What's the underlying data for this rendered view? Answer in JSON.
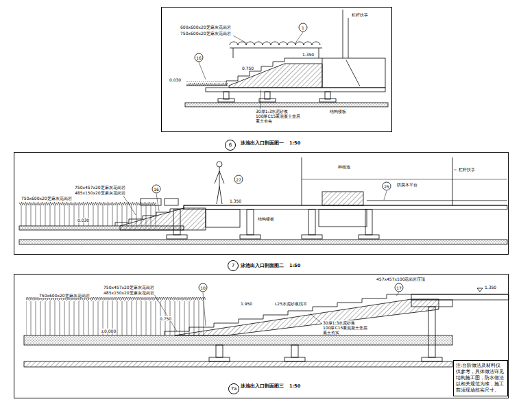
{
  "diagram": {
    "nodes": [
      {
        "text": [
          "泳池出入口剖面图一",
          "1:50"
        ]
      },
      {
        "text": [
          "6"
        ]
      },
      {
        "text": [
          "泳池出入口剖面图二",
          "1:50"
        ]
      },
      {
        "text": [
          "7"
        ]
      },
      {
        "text": [
          "泳池出入口剖面图三",
          "1:50"
        ]
      },
      {
        "text": [
          "7a"
        ],
        "in": 4
      },
      {
        "text": [
          "注:台阶做法及材料仅供参考，具体做法详见结构施工图，防水做法以相关规范为准，施工前须现场核实尺寸。"
        ],
        "in": 4
      }
    ],
    "labels": [
      "600x600x20芝麻灰花岗岩",
      "750x600x20芝麻灰花岗岩",
      "16",
      "0.030",
      "0.750",
      "1.350",
      "1",
      "栏杆扶手",
      "30厚1:3水泥砂浆",
      "100厚C15素混凝土垫层",
      "素土夯实",
      "结构楼板",
      "750x600x20芝麻灰花岗岩",
      "750x457x20芝麻灰花岗岩",
      "485x150x20芝麻灰花岗岩",
      "0.030",
      "16",
      "27",
      "1.350",
      "种植池",
      "防腐木平台",
      "25",
      "栏杆扶手",
      "结构楼板",
      "750x600x20芝麻灰花岗岩",
      "750x457x20芝麻灰花岗岩",
      "485x150x20芝麻灰花岗岩",
      "0.750",
      "±0.000",
      "10",
      "1.950",
      "L25水泥砂浆找平",
      "457x457x100花岗岩压顶",
      "17",
      "1.350",
      "30厚1:3水泥砂浆",
      "100厚C15素混凝土垫层",
      "素土夯实"
    ]
  }
}
